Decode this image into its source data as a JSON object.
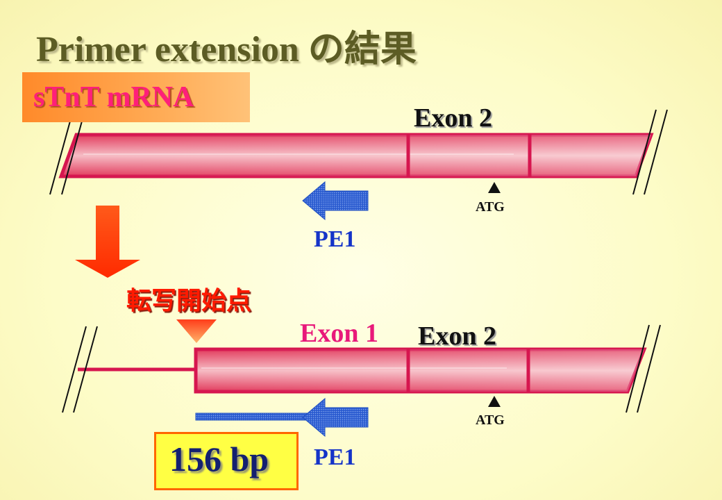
{
  "title": "Primer extension の結果",
  "mrna_label": "sTnT mRNA",
  "top": {
    "exon2_label": "Exon 2",
    "atg_label": "ATG",
    "primer_label": "PE1"
  },
  "transcription_start_label": "転写開始点",
  "bottom": {
    "exon1_label": "Exon 1",
    "exon2_label": "Exon 2",
    "atg_label": "ATG",
    "primer_label": "PE1"
  },
  "product_size_label": "156 bp",
  "colors": {
    "mrna_bar": "#d6164f",
    "primer_arrow": "#1f4fc0",
    "step_arrow": "#ff3300",
    "tss_marker": "#ff5a1a",
    "title": "#5c5c24"
  }
}
